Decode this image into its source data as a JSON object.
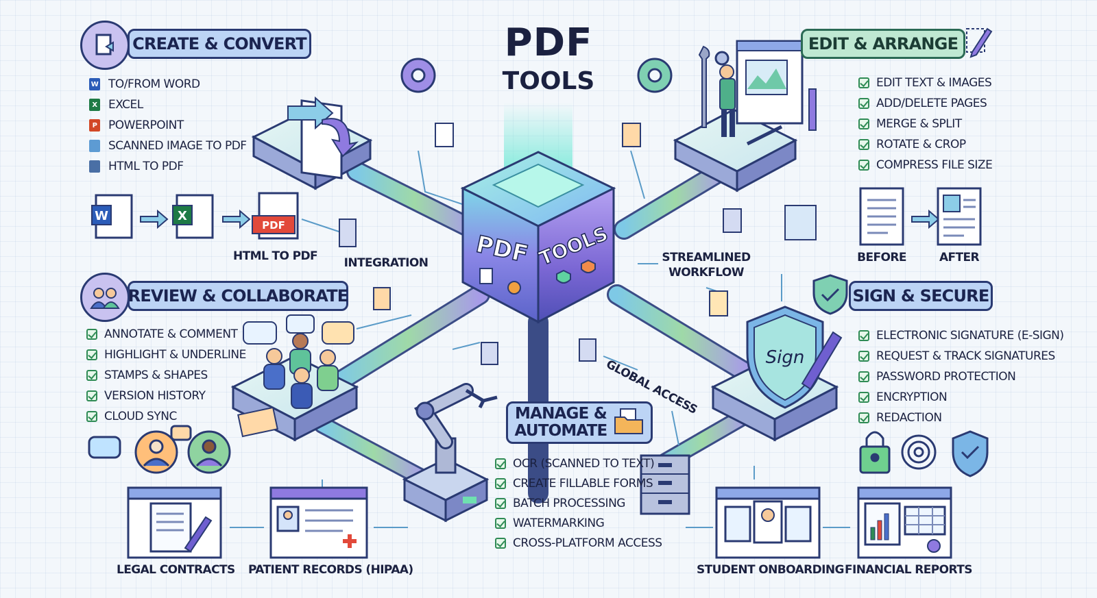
{
  "title": {
    "main": "PDF",
    "sub": "TOOLS"
  },
  "cube": {
    "left_face": "PDF",
    "right_face": "TOOLS"
  },
  "sections": {
    "create_convert": {
      "heading": "CREATE & CONVERT",
      "items": [
        {
          "label": "TO/FROM WORD",
          "icon": "word-icon",
          "color": "#2b5cb8",
          "glyph": "W"
        },
        {
          "label": "EXCEL",
          "icon": "excel-icon",
          "color": "#1e7a45",
          "glyph": "X"
        },
        {
          "label": "POWERPOINT",
          "icon": "powerpoint-icon",
          "color": "#d24726",
          "glyph": "P"
        },
        {
          "label": "SCANNED IMAGE TO PDF",
          "icon": "image-icon",
          "color": "#5d9bd3",
          "glyph": ""
        },
        {
          "label": "HTML TO PDF",
          "icon": "html-icon",
          "color": "#4a6fa5",
          "glyph": ""
        }
      ],
      "flow_caption": "HTML TO PDF",
      "pdf_label": "PDF"
    },
    "edit_arrange": {
      "heading": "EDIT & ARRANGE",
      "items": [
        "EDIT TEXT & IMAGES",
        "ADD/DELETE PAGES",
        "MERGE & SPLIT",
        "ROTATE & CROP",
        "COMPRESS FILE SIZE"
      ],
      "before_label": "BEFORE",
      "after_label": "AFTER"
    },
    "review_collaborate": {
      "heading": "REVIEW & COLLABORATE",
      "items": [
        "ANNOTATE & COMMENT",
        "HIGHLIGHT & UNDERLINE",
        "STAMPS & SHAPES",
        "VERSION HISTORY",
        "CLOUD SYNC"
      ]
    },
    "sign_secure": {
      "heading": "SIGN & SECURE",
      "items": [
        "ELECTRONIC SIGNATURE (E-SIGN)",
        "REQUEST & TRACK SIGNATURES",
        "PASSWORD PROTECTION",
        "ENCRYPTION",
        "REDACTION"
      ],
      "shield_text": "Sign"
    },
    "manage_automate": {
      "heading_line1": "MANAGE &",
      "heading_line2": "AUTOMATE",
      "items": [
        "OCR (SCANNED TO TEXT)",
        "CREATE FILLABLE FORMS",
        "BATCH PROCESSING",
        "WATERMARKING",
        "CROSS-PLATFORM ACCESS"
      ]
    }
  },
  "connectors": {
    "integration": "INTEGRATION",
    "streamlined_line1": "STREAMLINED",
    "streamlined_line2": "WORKFLOW",
    "global_access": "GLOBAL ACCESS"
  },
  "use_cases": [
    "LEGAL CONTRACTS",
    "PATIENT RECORDS (HIPAA)",
    "STUDENT ONBOARDING",
    "FINANCIAL REPORTS"
  ],
  "colors": {
    "navy": "#2a3a72",
    "banner_blue": "#bcd4f5",
    "banner_green": "#bfe8d2",
    "check_green": "#2f8b55",
    "pdf_red": "#e2493a",
    "cube_purple": "#8f7ae0",
    "cube_teal": "#5fd3c6"
  }
}
